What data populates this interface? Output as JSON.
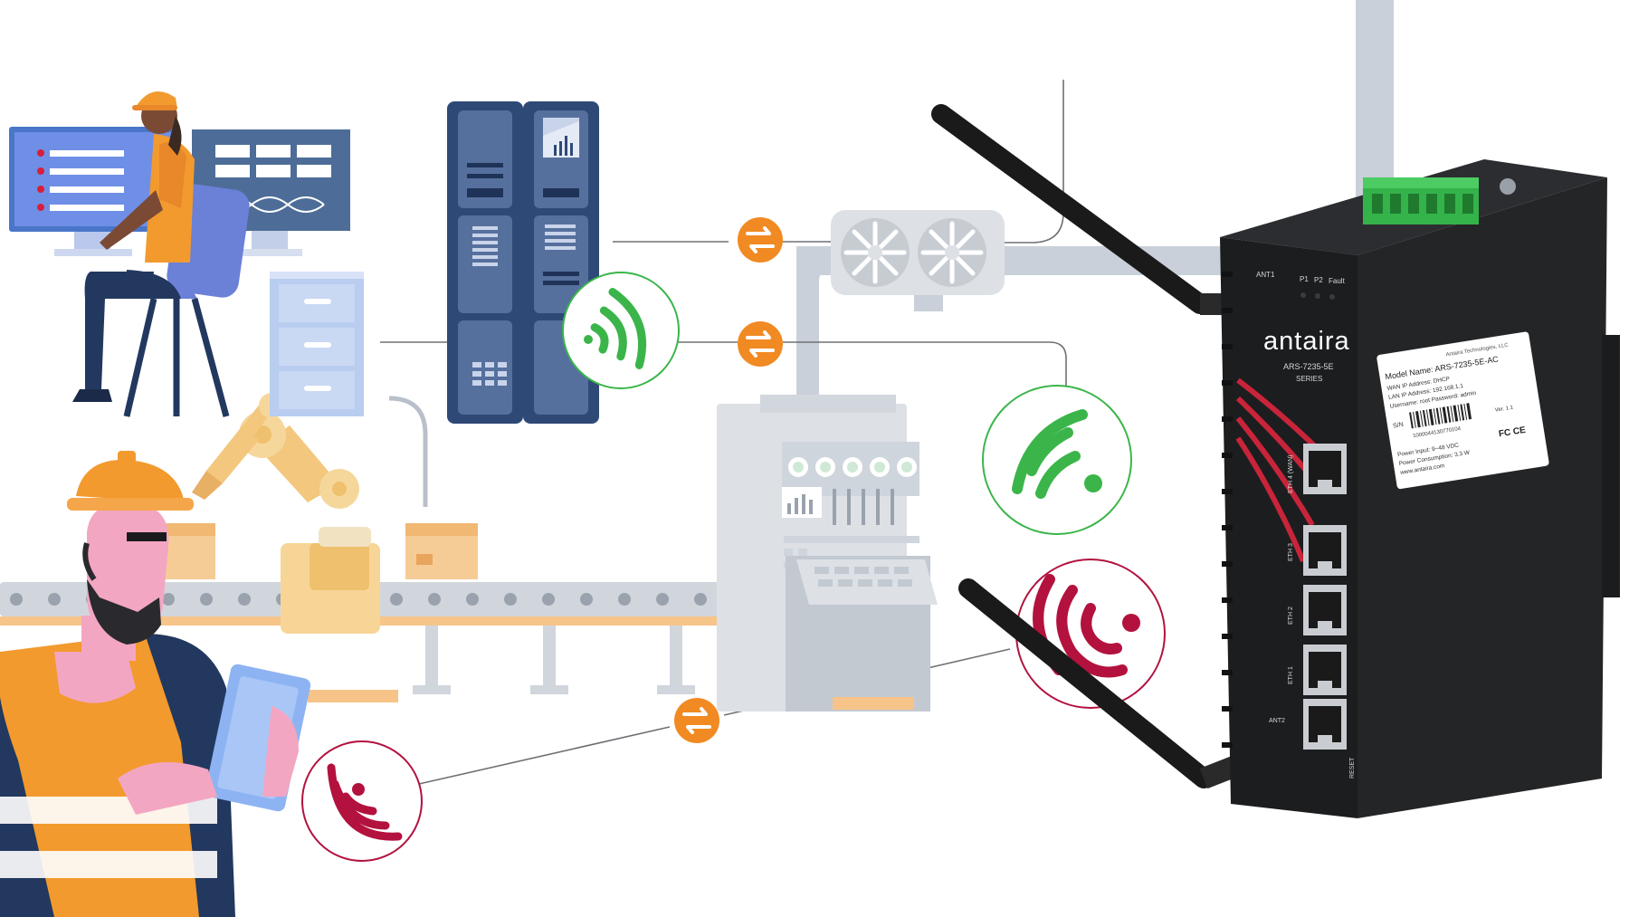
{
  "colors": {
    "pipe": "#c9d0d9",
    "monitor_blue": "#4a76c9",
    "screen_blue": "#6f8fe6",
    "server_navy": "#2f4977",
    "server_slot": "#56709e",
    "orange": "#f18a22",
    "wifi_green": "#3bb54a",
    "wifi_red": "#b3123e",
    "skin_dark": "#7b4a35",
    "skin_pink": "#f3a6c2",
    "shirt_orange": "#f29a2e",
    "vest_navy": "#22385f",
    "router_body": "#1c1d1f",
    "router_accent": "#c8243a",
    "terminal_green": "#34b34a"
  },
  "icons": {
    "exchange": "exchange-arrows-icon",
    "wifi": "wifi-signal-icon"
  },
  "router": {
    "brand": "antaira",
    "model_series": "ARS-7235-5E",
    "series_label": "SERIES",
    "led_labels": [
      "P1",
      "P2",
      "Fault"
    ],
    "antenna_label": "ANT1",
    "antenna_label_2": "ANT2",
    "port_labels": [
      "ETH 4 (WAN)",
      "ETH 3",
      "ETH 2",
      "ETH 1"
    ],
    "reset_label": "RESET",
    "sticker": {
      "vendor": "Antaira Technologies, LLC",
      "model_line": "Model Name: ARS-7235-5E-AC",
      "wan_line": "WAN IP Address: DHCP",
      "lan_line": "LAN IP Address: 192.168.1.1",
      "user_line": "Username: root   Password: admin",
      "sn_label": "S/N",
      "sn_value": "1000044130770104",
      "ver": "Ver. 1.1",
      "power_input": "Power Input: 9~48 VDC",
      "power_consumption": "Power Consumption: 3.3 W",
      "website": "www.antaira.com",
      "marks": "FC CE"
    }
  }
}
